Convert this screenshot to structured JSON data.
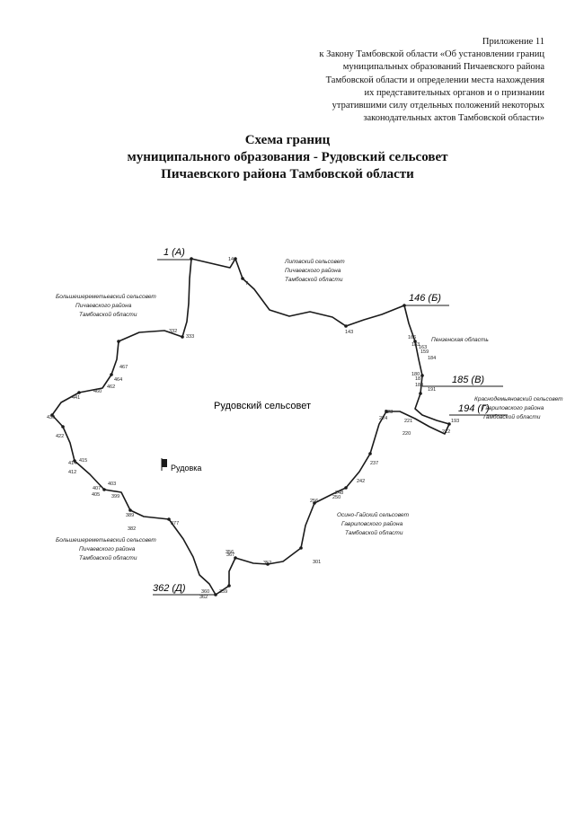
{
  "appendix": {
    "lines": [
      "Приложение 11",
      "к Закону Тамбовской области «Об установлении границ",
      "муниципальных образований Пичаевского района",
      "Тамбовской области и определении места нахождения",
      "их представительных органов и о признании",
      "утратившими силу отдельных положений некоторых",
      "законодательных актов Тамбовской области»"
    ]
  },
  "title": {
    "lines": [
      "Схема границ",
      "муниципального образования - Рудовский сельсовет",
      "Пичаевского района Тамбовской области"
    ]
  },
  "map": {
    "center_label": "Рудовский сельсовет",
    "village": "Рудовка",
    "key_points": {
      "A": "1 (А)",
      "B": "146 (Б)",
      "V": "185 (В)",
      "G": "194 (Г)",
      "D": "362 (Д)"
    },
    "neighbors": {
      "lipovsky": [
        "Липовский сельсовет",
        "Пичаевского района",
        "Тамбовской области"
      ],
      "bolshesheremet_n": [
        "Большешереметьевский сельсовет",
        "Пичаевского района",
        "Тамбовской области"
      ],
      "penza": [
        "Пензенская область"
      ],
      "krasnodemyan": [
        "Краснодемьяновский сельсовет",
        "Гавриловского района",
        "Тамбовской области"
      ],
      "osino_gaysky": [
        "Осино-Гайский сельсовет",
        "Гавриловского района",
        "Тамбовской области"
      ],
      "bolshesheremet_s": [
        "Большешереметьевский сельсовет",
        "Пичаевского района",
        "Тамбовской области"
      ]
    },
    "point_numbers": [
      "14",
      "7",
      "332",
      "333",
      "467",
      "464",
      "462",
      "460",
      "441",
      "430",
      "422",
      "415",
      "414",
      "412",
      "405",
      "407",
      "403",
      "399",
      "389",
      "382",
      "377",
      "367",
      "362",
      "360",
      "359",
      "356",
      "352",
      "301",
      "256",
      "250",
      "248",
      "242",
      "237",
      "224",
      "223",
      "221",
      "220",
      "212",
      "193",
      "191",
      "189",
      "187",
      "184",
      "183",
      "159",
      "163",
      "166",
      "143",
      "180"
    ],
    "colors": {
      "boundary": "#1a1a1a",
      "text": "#111111"
    }
  }
}
